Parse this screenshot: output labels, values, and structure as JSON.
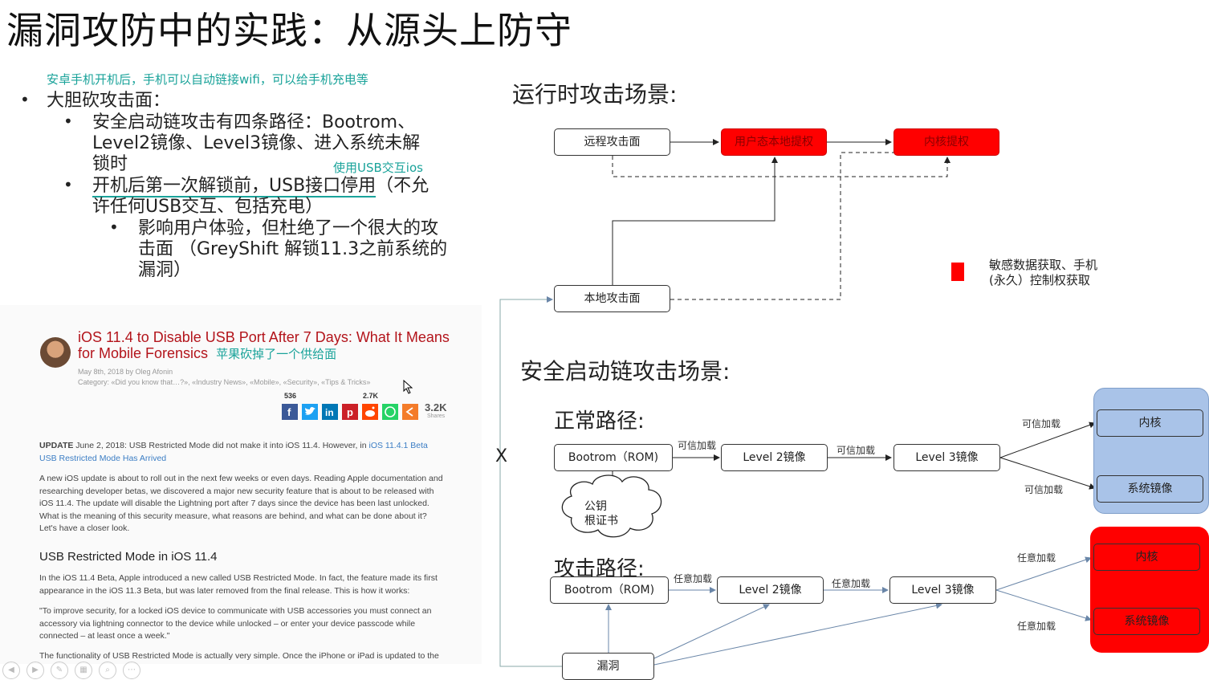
{
  "slide": {
    "title": "漏洞攻防中的实践：从源头上防守",
    "note_top": "安卓手机开机后，手机可以自动链接wifi，可以给手机充电等",
    "bullet1": "大胆砍攻击面：",
    "bullet2": "安全启动链攻击有四条路径：Bootrom、Level2镜像、Level3镜像、进入系统未解锁时",
    "note_usb": "使用USB交互ios",
    "bullet3_underlined": "开机后第一次解锁前，USB接口停用",
    "bullet3_rest": "（不允许任何USB交互、包括充电）",
    "bullet4": "影响用户体验，但杜绝了一个很大的攻击面 （GreyShift 解锁11.3之前系统的漏洞）"
  },
  "article": {
    "title": "iOS 11.4 to Disable USB Port After 7 Days: What It Means for Mobile Forensics",
    "annotation": "苹果砍掉了一个供给面",
    "byline": "May 8th, 2018 by Oleg Afonin",
    "category": "Category: «Did you know that…?», «Industry News», «Mobile», «Security», «Tips & Tricks»",
    "share_counts": {
      "facebook": "536",
      "pinterest": "2.7K"
    },
    "total_shares": "3.2K",
    "shares_label": "Shares",
    "update_label": "UPDATE",
    "update_text": " June 2, 2018: USB Restricted Mode did not make it into iOS 11.4. However, in ",
    "update_link": "iOS 11.4.1 Beta USB Restricted Mode Has Arrived",
    "para1": "A new iOS update is about to roll out in the next few weeks or even days. Reading Apple documentation and researching developer betas, we discovered a major new security feature that is about to be released with iOS 11.4. The update will disable the Lightning port after 7 days since the device has been last unlocked. What is the meaning of this security measure, what reasons are behind, and what can be done about it? Let's have a closer look.",
    "heading": "USB Restricted Mode in iOS 11.4",
    "para2": "In the iOS 11.4 Beta, Apple introduced a new called USB Restricted Mode. In fact, the feature made its first appearance in the iOS 11.3 Beta, but was later removed from the final release. This is how it works:",
    "para3": "\"To improve security, for a locked iOS device to communicate with USB accessories you must connect an accessory via lightning connector to the device while unlocked – or enter your device passcode while connected – at least once a week.\"",
    "para4": "The functionality of USB Restricted Mode is actually very simple. Once the iPhone or iPad is updated to the"
  },
  "diagram": {
    "runtime_title": "运行时攻击场景:",
    "remote": "远程攻击面",
    "user_priv": "用户态本地提权",
    "kernel_priv": "内核提权",
    "local": "本地攻击面",
    "legend_text_1": "敏感数据获取、手机",
    "legend_text_2": "(永久）控制权获取",
    "secure_boot_title": "安全启动链攻击场景:",
    "normal_path": "正常路径:",
    "attack_path": "攻击路径:",
    "bootrom": "Bootrom（ROM)",
    "level2": "Level 2镜像",
    "level3": "Level 3镜像",
    "trusted_load": "可信加载",
    "any_load": "任意加载",
    "kernel": "内核",
    "system_image": "系统镜像",
    "pubkey_1": "公钥",
    "pubkey_2": "根证书",
    "vuln": "漏洞",
    "x_mark": "X"
  },
  "colors": {
    "accent_teal": "#1aa39a",
    "attack_red": "#ff0000",
    "normal_blue": "#a9c3e8"
  }
}
